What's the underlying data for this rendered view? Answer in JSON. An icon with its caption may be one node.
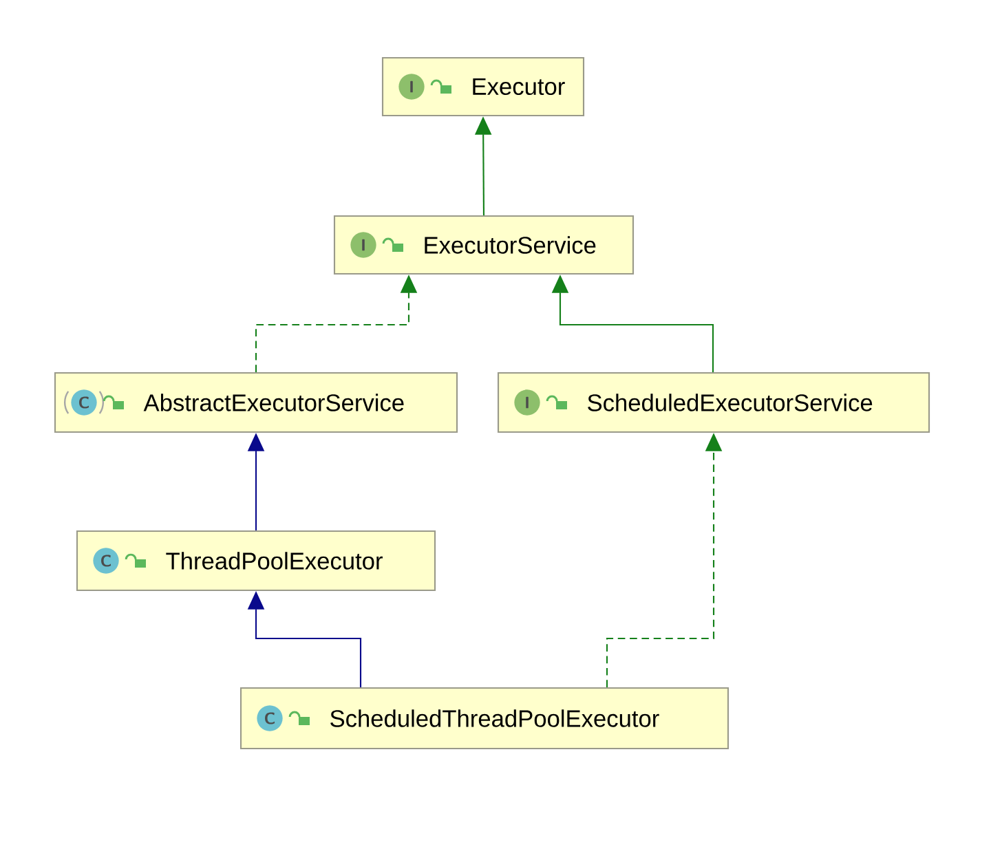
{
  "diagram": {
    "nodes": [
      {
        "text": [
          "I",
          "Executor"
        ]
      },
      {
        "text": [
          "I",
          "ExecutorService"
        ]
      },
      {
        "text": [
          "C",
          "AbstractExecutorService"
        ]
      },
      {
        "text": [
          "I",
          "ScheduledExecutorService"
        ]
      },
      {
        "text": [
          "C",
          "ThreadPoolExecutor"
        ]
      },
      {
        "text": [
          "C",
          "ScheduledThreadPoolExecutor"
        ]
      }
    ],
    "edges": [
      {
        "from": 1,
        "to": 0,
        "arrow": "to"
      },
      {
        "from": 2,
        "to": 1,
        "arrow": "to",
        "style": "dashed"
      },
      {
        "from": 3,
        "to": 1,
        "arrow": "to"
      },
      {
        "from": 4,
        "to": 2,
        "arrow": "to",
        "color": "#0a0a8c"
      },
      {
        "from": 5,
        "to": 4,
        "arrow": "to",
        "color": "#0a0a8c"
      },
      {
        "from": 5,
        "to": 3,
        "arrow": "to",
        "style": "dashed"
      }
    ]
  }
}
